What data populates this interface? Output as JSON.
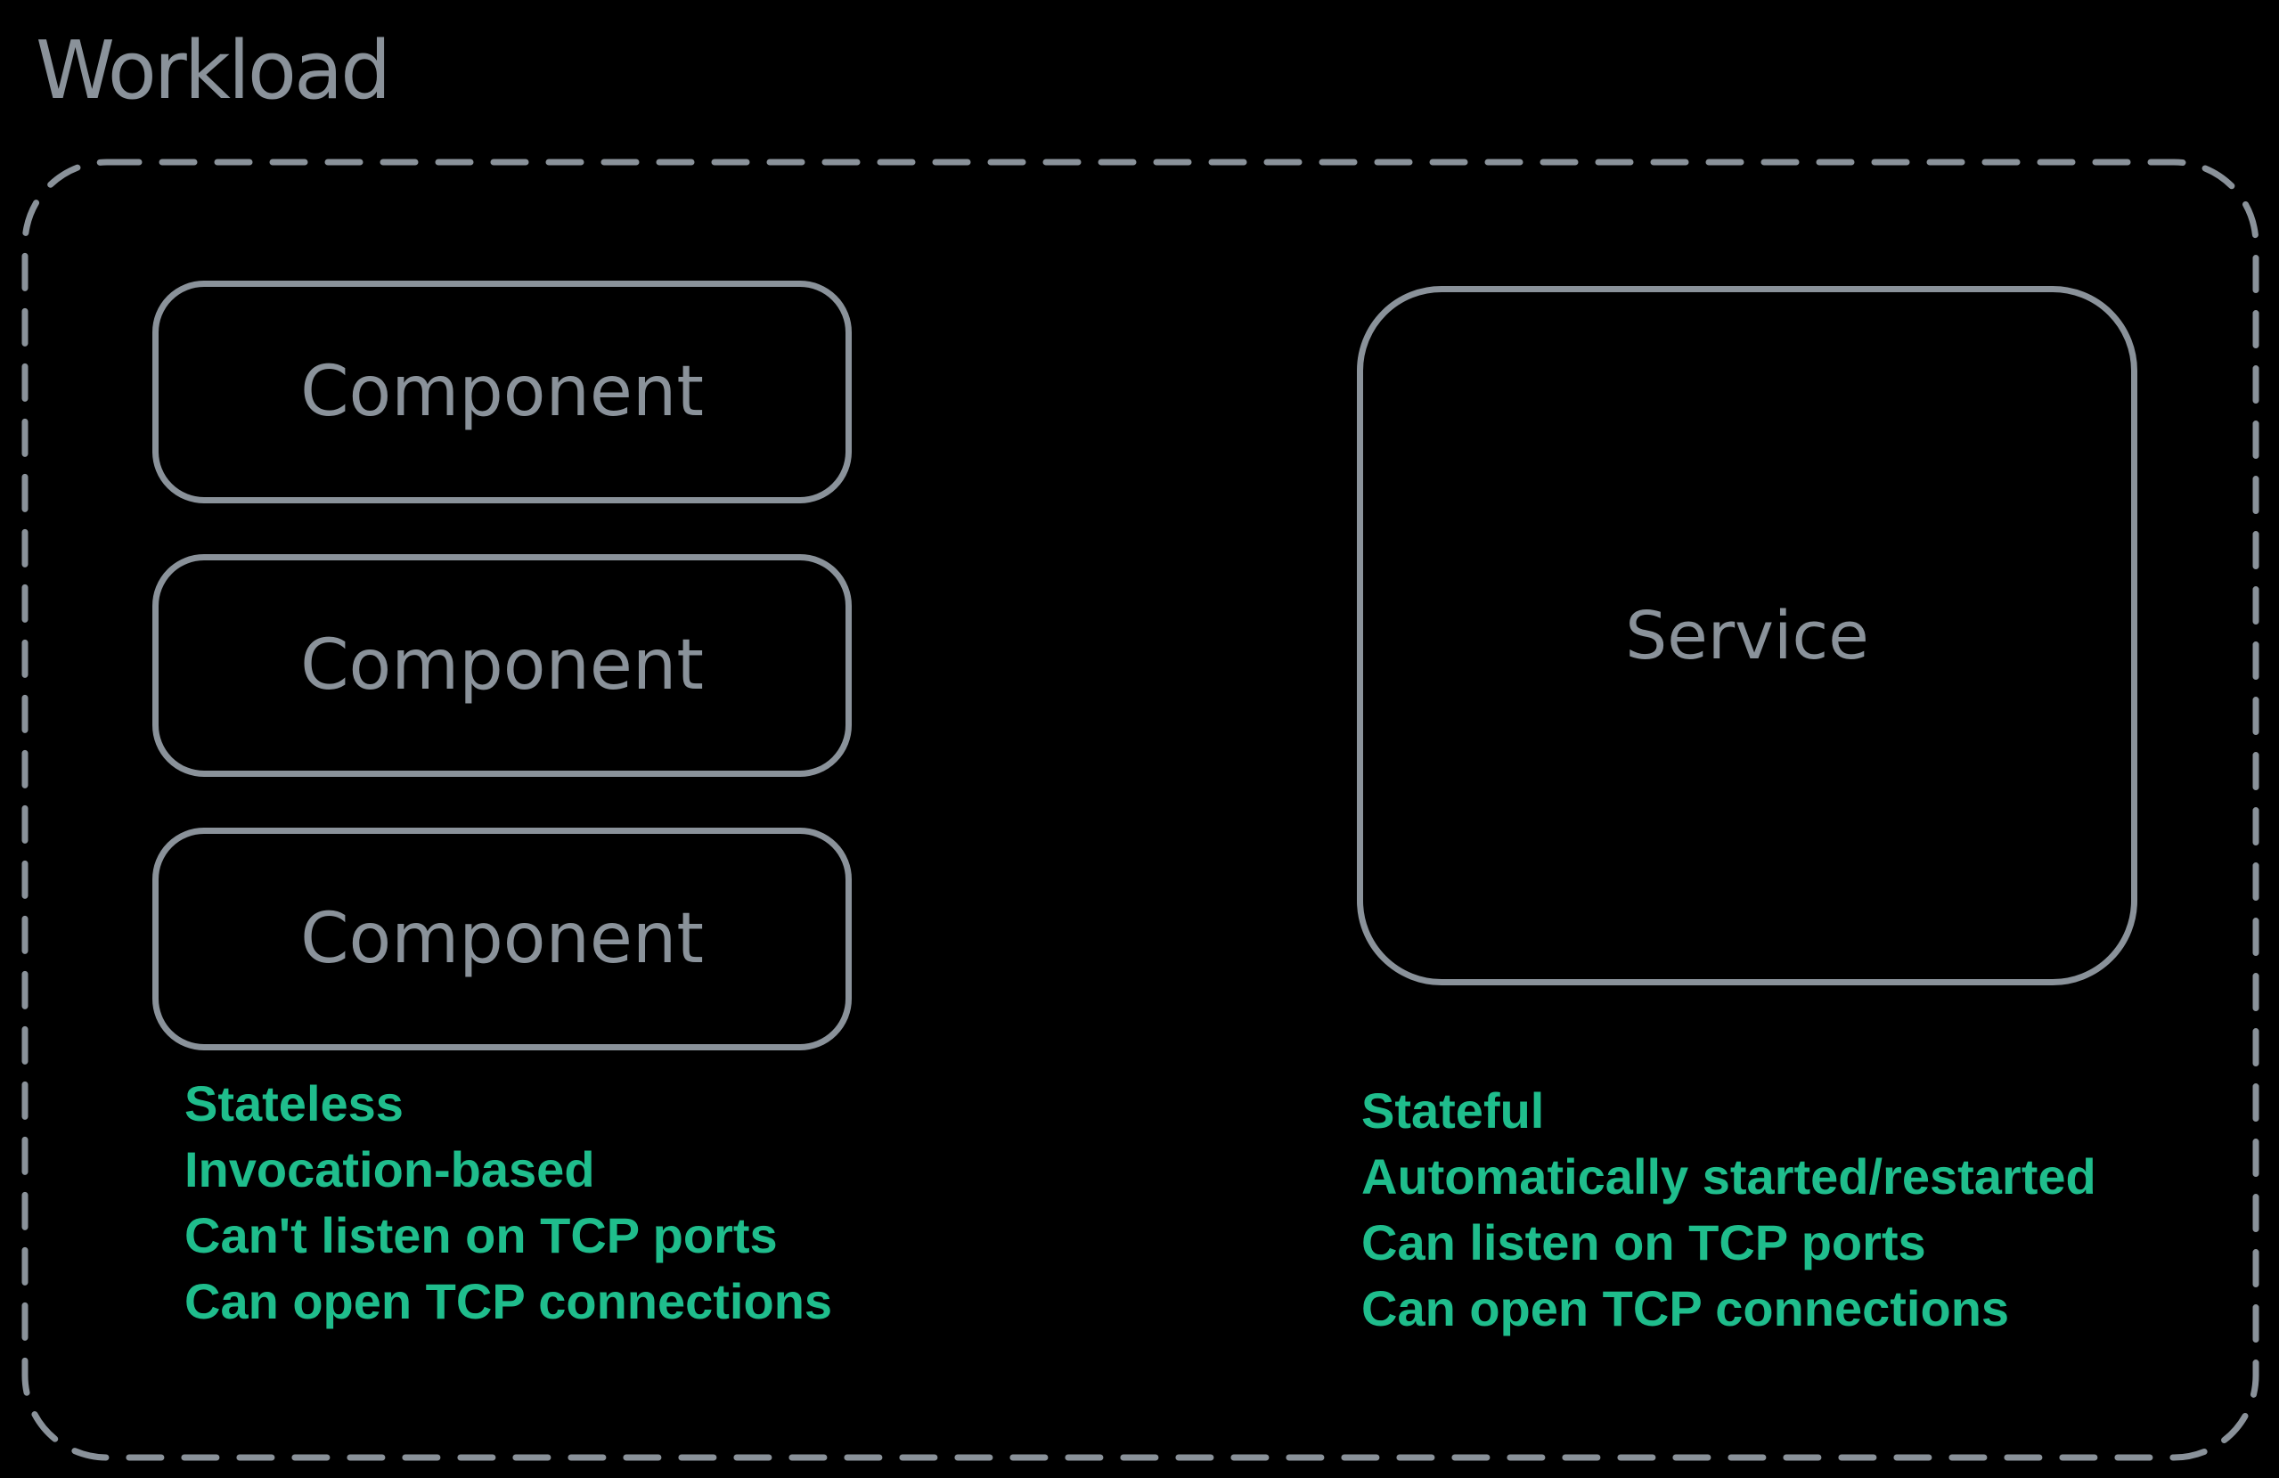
{
  "diagram": {
    "title": "Workload",
    "components": [
      "Component",
      "Component",
      "Component"
    ],
    "service_label": "Service",
    "left_notes": [
      "Stateless",
      "Invocation-based",
      "Can't listen on TCP ports",
      "Can open TCP connections"
    ],
    "right_notes": [
      "Stateful",
      "Automatically started/restarted",
      "Can listen on TCP ports",
      "Can open TCP connections"
    ],
    "colors": {
      "background": "#000000",
      "stroke_gray": "#8A929A",
      "text_green": "#1FBD8C"
    }
  }
}
